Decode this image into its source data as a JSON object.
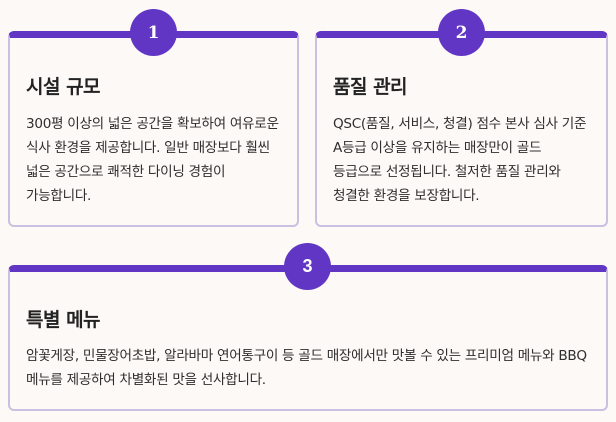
{
  "colors": {
    "accent": "#6236c4",
    "border": "#cbc0e2",
    "background": "#fdf9f6",
    "text": "#2a2a2a"
  },
  "cards": [
    {
      "number": "1",
      "title": "시설 규모",
      "description": "300평 이상의 넓은 공간을 확보하여 여유로운 식사 환경을 제공합니다. 일반 매장보다 훨씬 넓은 공간으로 쾌적한 다이닝 경험이 가능합니다."
    },
    {
      "number": "2",
      "title": "품질 관리",
      "description": "QSC(품질, 서비스, 청결) 점수 본사 심사 기준 A등급 이상을 유지하는 매장만이 골드 등급으로 선정됩니다. 철저한 품질 관리와 청결한 환경을 보장합니다."
    },
    {
      "number": "3",
      "title": "특별 메뉴",
      "description": "암꽃게장, 민물장어초밥, 알라바마 연어통구이 등 골드 매장에서만 맛볼 수 있는 프리미엄 메뉴와 BBQ 메뉴를 제공하여 차별화된 맛을 선사합니다."
    }
  ]
}
